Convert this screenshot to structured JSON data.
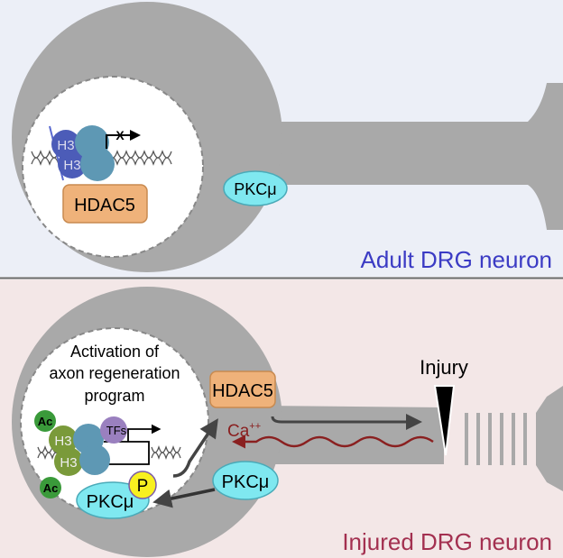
{
  "colors": {
    "adult_bg": "#eceff7",
    "injured_bg": "#f3e7e7",
    "cell": "#a9a9a9",
    "adult_label": "#3b3bc4",
    "injured_label": "#a33050",
    "hdac5_fill": "#efb27a",
    "pkc_fill": "#7fe8f0",
    "calcium": "#8a2020"
  },
  "adult": {
    "label": "Adult DRG neuron",
    "histone_1": "H3",
    "histone_2": "H3",
    "blocked_marker": "X",
    "hdac5": "HDAC5",
    "pkc": "PKCμ"
  },
  "injured": {
    "label": "Injured DRG neuron",
    "activation_line1": "Activation of",
    "activation_line2": "axon regeneration",
    "activation_line3": "program",
    "ac_1": "Ac",
    "ac_2": "Ac",
    "histone_1": "H3",
    "histone_2": "H3",
    "tfs": "TFs",
    "hdac5": "HDAC5",
    "calcium": "Ca",
    "calcium_charge": "++",
    "injury": "Injury",
    "pkc_cyto": "PKCμ",
    "pkc_nuclear": "PKCμ",
    "phospho": "P"
  }
}
